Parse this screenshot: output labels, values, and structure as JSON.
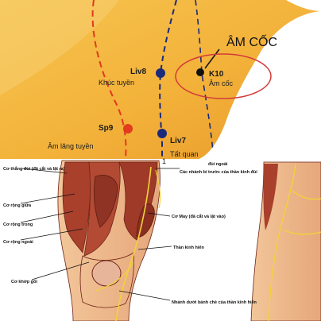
{
  "top_panel": {
    "callout_title": "ÂM CỐC",
    "points": [
      {
        "code": "Liv8",
        "name": "Khúc tuyền",
        "color": "#1b2a7a"
      },
      {
        "code": "K10",
        "name": "Âm cốc",
        "color": "#111111"
      },
      {
        "code": "Sp9",
        "name": "Âm lăng tuyền",
        "color": "#e23b1e"
      },
      {
        "code": "Liv7",
        "name": "Tất quan",
        "color": "#1b2a7a"
      }
    ],
    "colors": {
      "skin": "#f3b73a",
      "skin_light": "#f8d27a",
      "meridian_red": "#e2391f",
      "meridian_blue": "#1b2a7a",
      "ellipse": "#d23a3a"
    }
  },
  "bottom_panel": {
    "labels": {
      "co_thang_dui": "Cơ thẳng đùi (đã cắt và lật ra)",
      "co_rong_giua": "Cơ rộng giữa",
      "co_rong_trong": "Cơ rộng trong",
      "co_rong_ngoai": "Cơ rộng ngoài",
      "co_khop_goi": "Cơ khớp gối",
      "cac_nhanh": "Các nhánh bì trước của thần kinh đùi",
      "co_may": "Cơ May (đã cắt và lật vào)",
      "than_kinh_hien": "Thần kinh hiển",
      "nhanh_duoi": "Nhánh dưới bánh chè của thần kinh hiển",
      "dui_ngoai": "đùi ngoài",
      "watermark": "1"
    },
    "colors": {
      "muscle": "#a8402c",
      "muscle_dark": "#6e2318",
      "skin": "#e8a074",
      "nerve": "#f2d23a"
    }
  }
}
